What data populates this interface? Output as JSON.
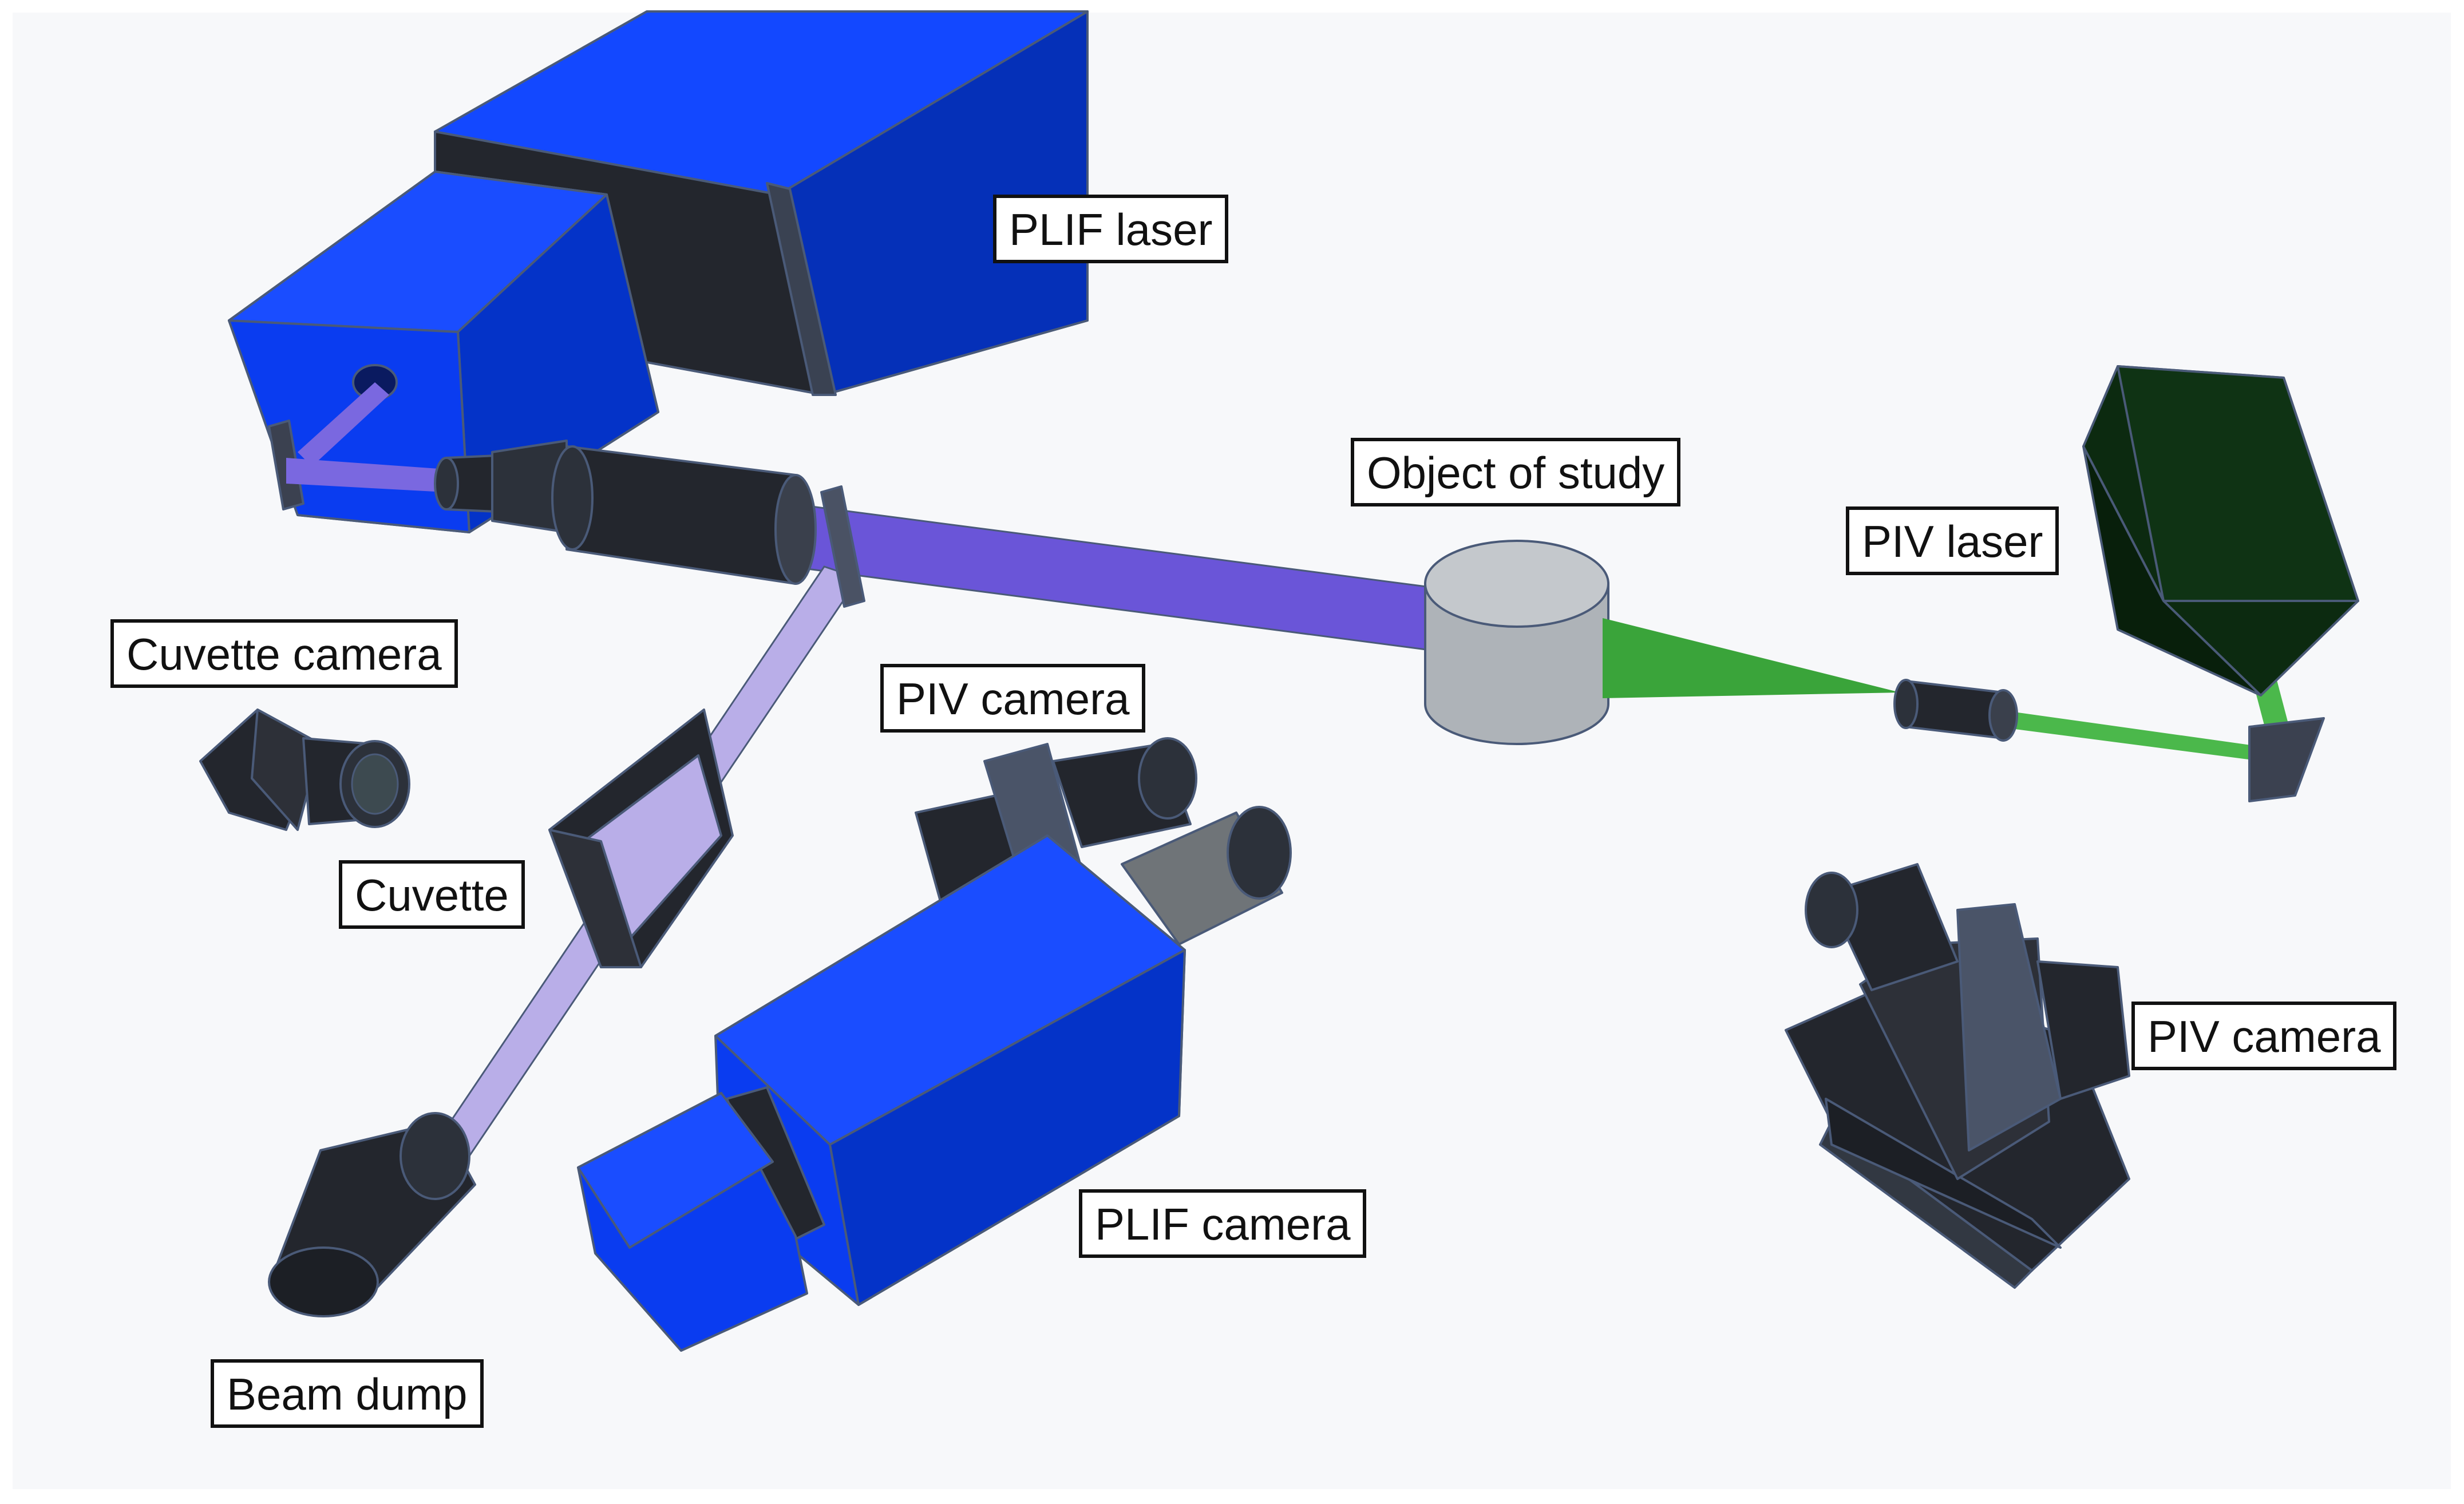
{
  "labels": {
    "plif_laser": "PLIF laser",
    "object_of_study": "Object of study",
    "piv_laser": "PIV laser",
    "cuvette_camera": "Cuvette camera",
    "piv_camera_top": "PIV camera",
    "cuvette": "Cuvette",
    "piv_camera_right": "PIV camera",
    "plif_camera": "PLIF camera",
    "beam_dump": "Beam dump"
  },
  "colors": {
    "background": "#f7f8fa",
    "device_blue": "#0a3cf0",
    "device_blue_dark": "#0530b8",
    "device_black": "#23262d",
    "piv_laser_green": "#0c2a10",
    "uv_beam": "#6a55d8",
    "uv_beam_light": "#b9aee8",
    "green_beam": "#3aa43a",
    "object_grey": "#b7bcc0"
  }
}
